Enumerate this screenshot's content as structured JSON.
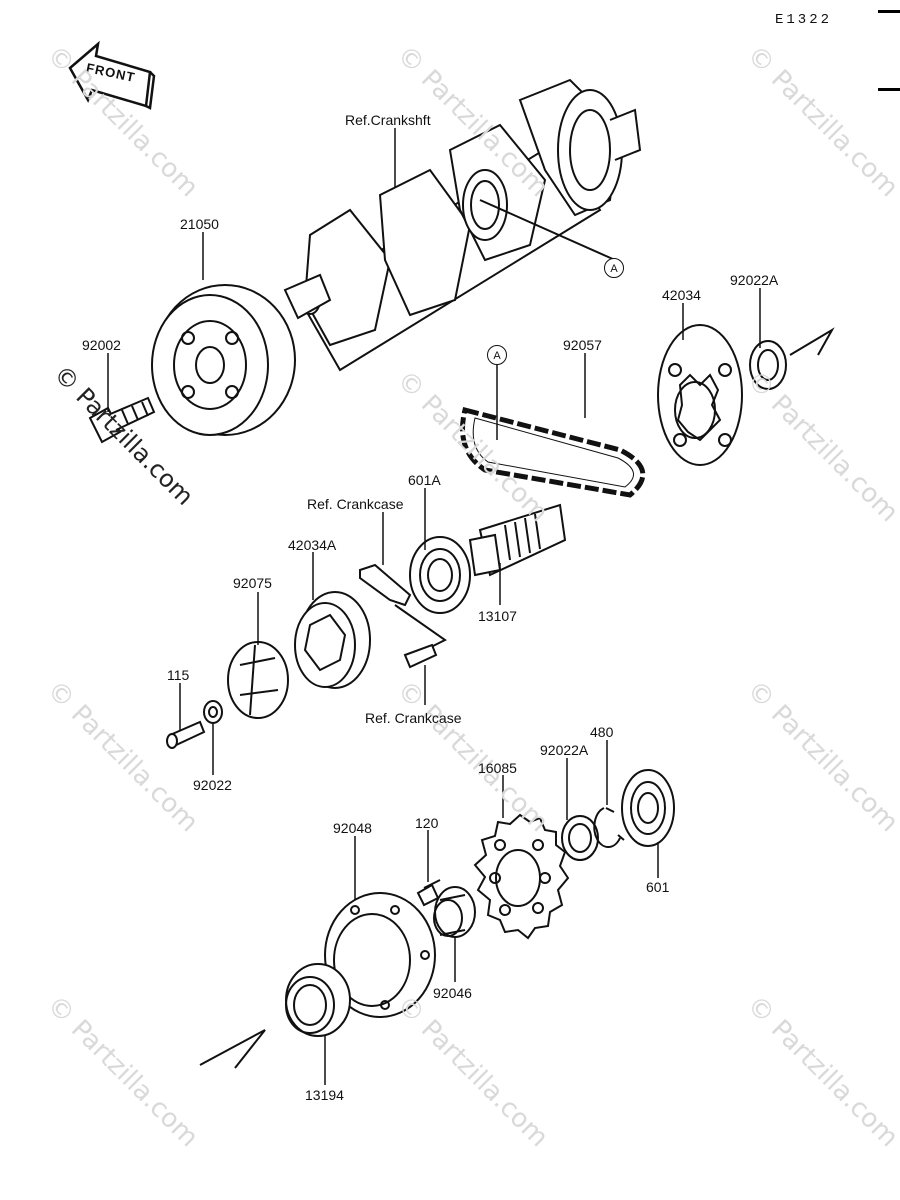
{
  "diagram_code": "E1322",
  "front_label": "FRONT",
  "watermark": "© Partzilla.com",
  "callouts": {
    "ref_crankshaft": "Ref.Crankshft",
    "p21050": "21050",
    "p92002": "92002",
    "p42034": "42034",
    "p92022A_top": "92022A",
    "p92057": "92057",
    "marker_a": "A",
    "ref_crankcase_top": "Ref. Crankcase",
    "p601A": "601A",
    "p42034A": "42034A",
    "p92075": "92075",
    "p13107": "13107",
    "p115": "115",
    "p92022": "92022",
    "ref_crankcase_bottom": "Ref. Crankcase",
    "p480": "480",
    "p92022A_mid": "92022A",
    "p16085": "16085",
    "p120": "120",
    "p92048": "92048",
    "p601": "601",
    "p92046": "92046",
    "p13194": "13194"
  }
}
